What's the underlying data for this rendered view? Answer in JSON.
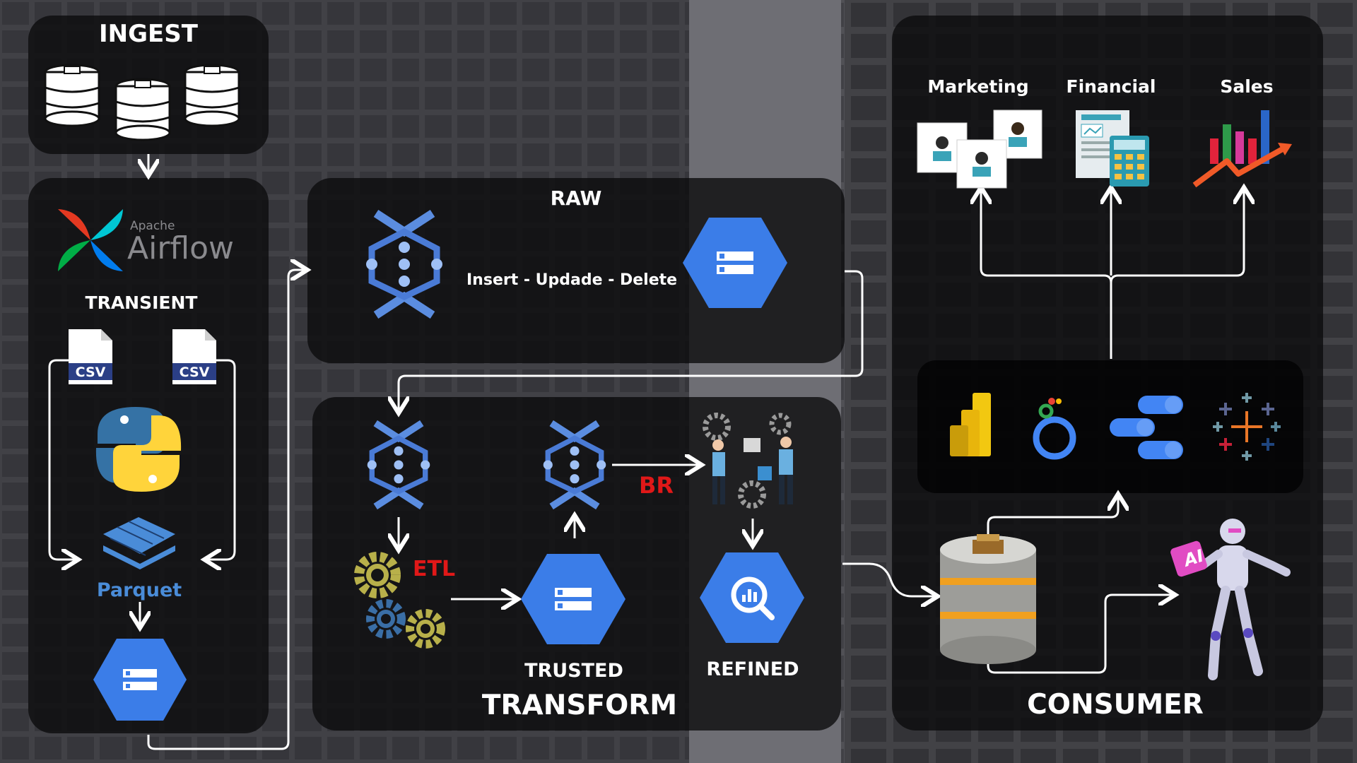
{
  "sections": {
    "ingest": "INGEST",
    "transient": "TRANSIENT",
    "raw": "RAW",
    "transform": "TRANSFORM",
    "consumer": "CONSUMER"
  },
  "airflow": {
    "apache": "Apache",
    "name": "Airflow"
  },
  "files": {
    "csv1": "CSV",
    "csv2": "CSV",
    "parquet": "Parquet"
  },
  "raw": {
    "operations": "Insert - Updade - Delete"
  },
  "transform": {
    "etl": "ETL",
    "br": "BR",
    "trusted": "TRUSTED",
    "refined": "REFINED"
  },
  "consumers": {
    "marketing": "Marketing",
    "financial": "Financial",
    "sales": "Sales"
  },
  "ai_badge": "AI",
  "colors": {
    "panel": "#0a0a0c",
    "gcp_blue": "#3b7de8",
    "dataflow_blue": "#5b8de0",
    "etl_red": "#e01818",
    "airflow_teal": "#017cee",
    "python_blue": "#3572a5",
    "python_yellow": "#ffd43b",
    "parquet_blue": "#4a8cd8"
  },
  "icons": [
    "database-icon",
    "airflow-logo",
    "csv-file-icon",
    "python-logo",
    "parquet-logo",
    "cloud-storage-icon",
    "dataflow-icon",
    "gears-icon",
    "people-gears-icon",
    "bigquery-icon",
    "power-bi-icon",
    "looker-icon",
    "looker-studio-icon",
    "tableau-icon",
    "robot-icon",
    "bar-chart-icon",
    "calculator-icon",
    "profiles-icon"
  ]
}
